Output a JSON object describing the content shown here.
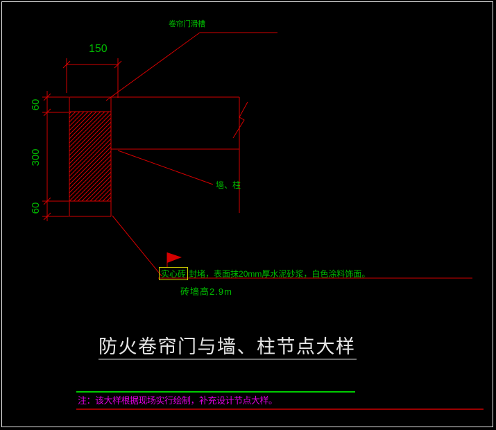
{
  "drawing": {
    "labels": {
      "slide_groove": "卷帘门滑槽",
      "wall_column": "墙、柱",
      "wall_height": "砖墙高2.9m"
    },
    "dims": {
      "width": "150",
      "left": [
        "60",
        "300",
        "60"
      ]
    },
    "callout": {
      "highlight": "实心砖",
      "rest": "封堵，表面抹20mm厚水泥砂浆，白色涂料饰面。"
    },
    "title": "防火卷帘门与墙、柱节点大样",
    "note": "注：该大样根据现场实行绘制，补充设计节点大样。"
  },
  "icons": {
    "flag_marker": "red-triangle-flag"
  },
  "colors": {
    "background": "#000000",
    "line_red": "#d40000",
    "text_green": "#00bb00",
    "note_magenta": "#dd00dd",
    "highlight_yellow": "#cccc00",
    "title_white": "#e6e6e6",
    "separator_green": "#00cc00",
    "separator_dark_red": "#9b0000",
    "frame_white": "#ededed"
  }
}
